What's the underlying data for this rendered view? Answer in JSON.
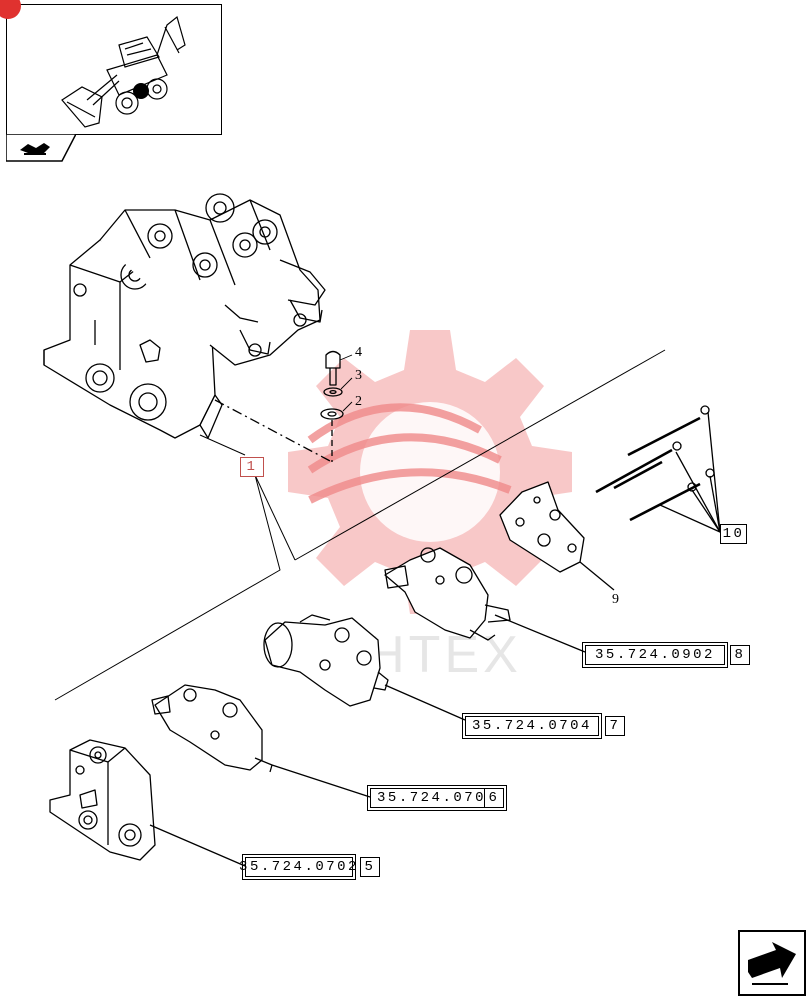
{
  "thumbnail": {
    "icon": "backhoe-loader-icon",
    "marker_color": "#000000"
  },
  "section_tab": {
    "icon": "section-arrow-icon"
  },
  "watermark": {
    "logo": "gear-watermark-icon",
    "text": "VIHTEX",
    "color": "#f05050"
  },
  "callouts": {
    "main_assembly": "1",
    "part_2": "2",
    "part_3": "3",
    "part_4": "4",
    "part_9": "9",
    "part_10": "10",
    "ref_0902": {
      "code": "35.724.0902",
      "item": "8"
    },
    "ref_0704": {
      "code": "35.724.0704",
      "item": "7"
    },
    "ref_0703": {
      "code": "35.724.0703",
      "item": "6"
    },
    "ref_0702": {
      "code": "35.724.0702",
      "item": "5"
    }
  },
  "navigation": {
    "next_icon": "next-page-arrow-icon"
  }
}
